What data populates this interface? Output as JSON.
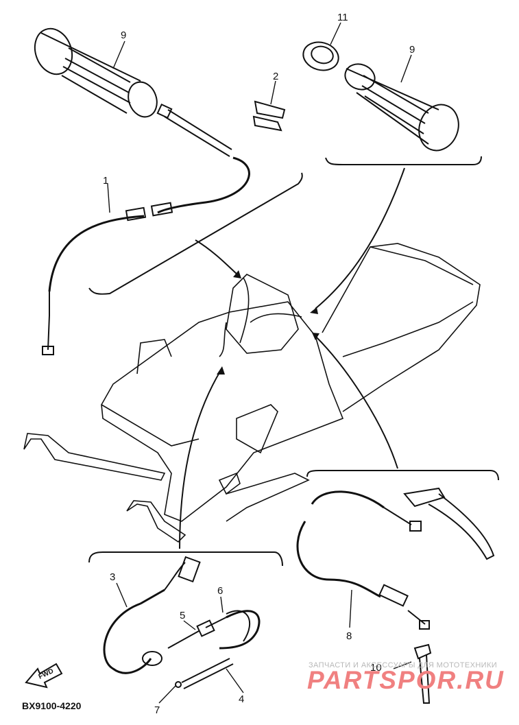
{
  "callouts": [
    {
      "id": "9",
      "label": "9"
    },
    {
      "id": "11",
      "label": "11"
    },
    {
      "id": "9b",
      "label": "9"
    },
    {
      "id": "2",
      "label": "2"
    },
    {
      "id": "1",
      "label": "1"
    },
    {
      "id": "3",
      "label": "3"
    },
    {
      "id": "6",
      "label": "6"
    },
    {
      "id": "5",
      "label": "5"
    },
    {
      "id": "8",
      "label": "8"
    },
    {
      "id": "10",
      "label": "10"
    },
    {
      "id": "4",
      "label": "4"
    },
    {
      "id": "7",
      "label": "7"
    }
  ],
  "drawing_code": "BX9100-4220",
  "direction_label": "FWD",
  "watermark": {
    "caption": "ЗАПЧАСТИ И АКСЕССУАРЫ ДЛЯ МОТОТЕХНИКИ",
    "brand": "PARTSPOR.RU",
    "color": "#f08080"
  },
  "colors": {
    "line": "#111111",
    "background": "#ffffff"
  }
}
